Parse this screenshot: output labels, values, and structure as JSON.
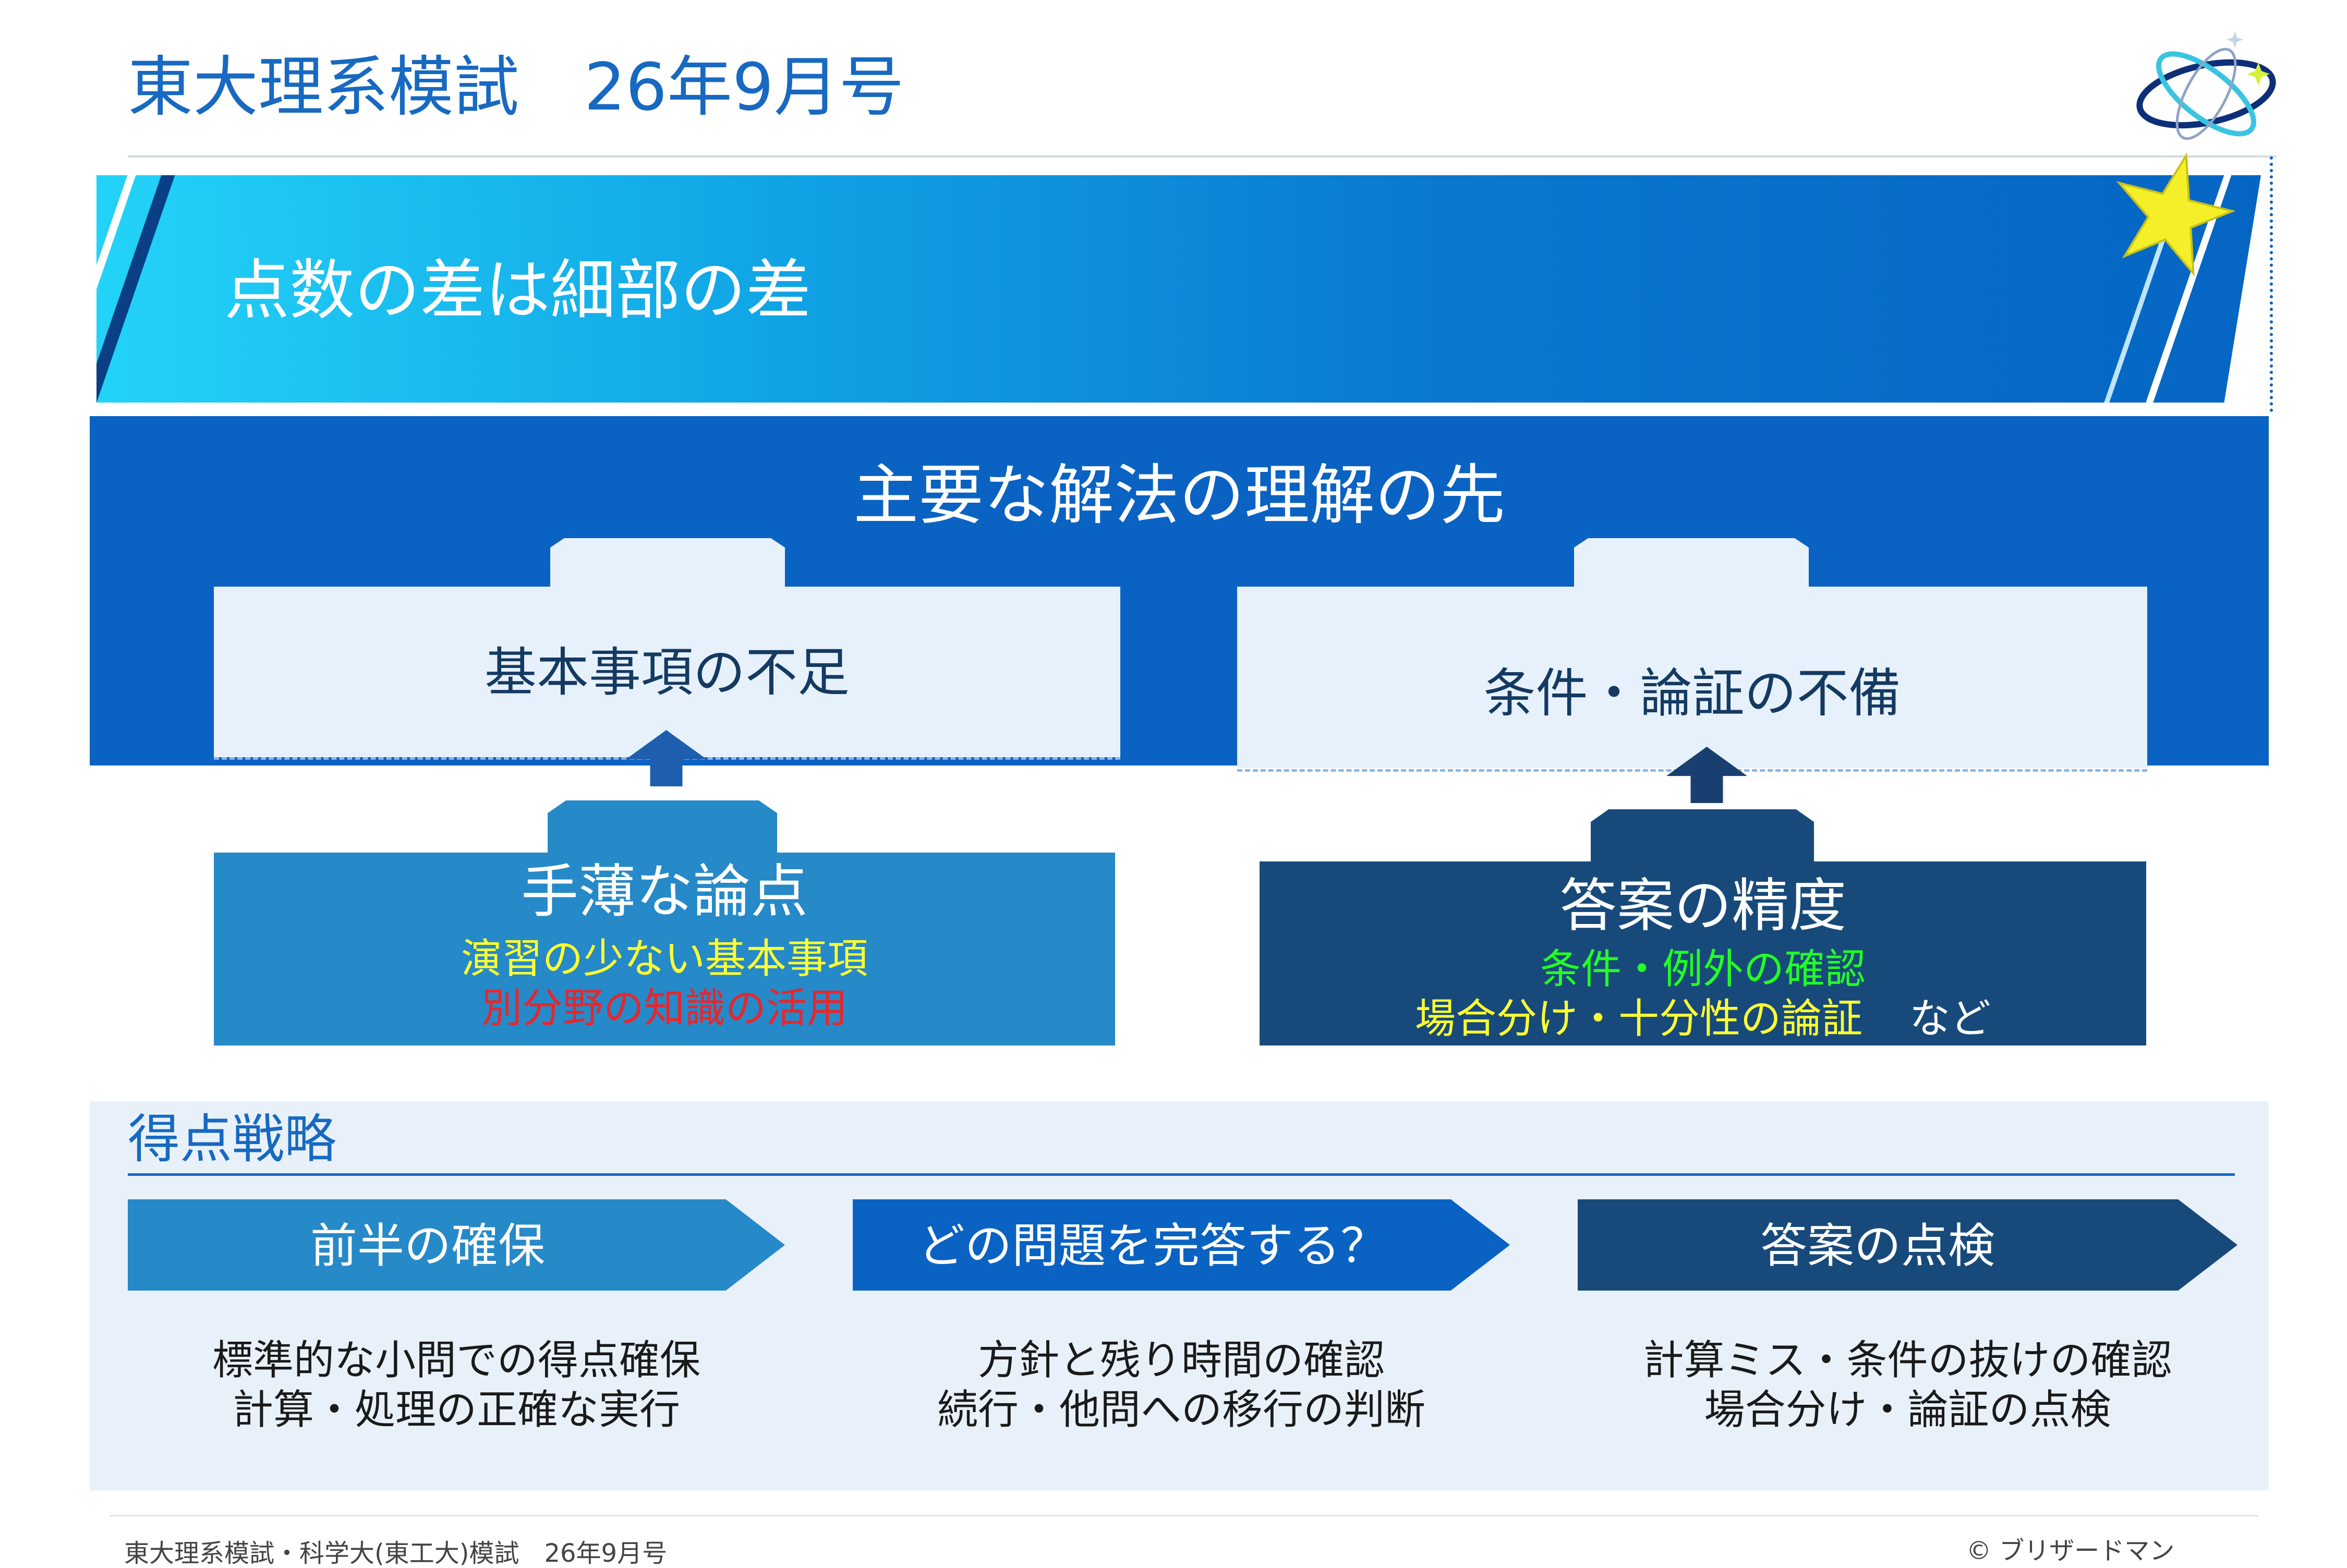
{
  "header": {
    "title": "東大理系模試　26年9月号",
    "logo_icon": "orbit-logo-icon"
  },
  "banner": {
    "text": "点数の差は細部の差",
    "star_icon": "star-icon"
  },
  "main": {
    "heading": "主要な解法の理解の先",
    "left_card": {
      "label": "基本事項の不足"
    },
    "right_card": {
      "label": "条件・論証の不備"
    },
    "left_box": {
      "title": "手薄な論点",
      "line1": "演習の少ない基本事項",
      "line2": "別分野の知識の活用"
    },
    "right_box": {
      "title": "答案の精度",
      "line1": "条件・例外の確認",
      "line2_highlight": "場合分け・十分性の論証",
      "line2_suffix": "など"
    },
    "colors": {
      "yellow": "#ffff33",
      "red": "#e8262b",
      "green": "#24ff24"
    }
  },
  "strategy": {
    "title": "得点戦略",
    "steps": [
      {
        "label": "前半の確保",
        "desc1": "標準的な小問での得点確保",
        "desc2": "計算・処理の正確な実行",
        "color": "#2689c8"
      },
      {
        "label": "どの問題を完答する？",
        "desc1": "方針と残り時間の確認",
        "desc2": "続行・他問への移行の判断",
        "color": "#0a62c3"
      },
      {
        "label": "答案の点検",
        "desc1": "計算ミス・条件の抜けの確認",
        "desc2": "場合分け・論証の点検",
        "color": "#174a7b"
      }
    ]
  },
  "footer": {
    "left": "東大理系模試・科学大(東工大)模試　26年9月号",
    "right": "© ブリザードマン"
  }
}
